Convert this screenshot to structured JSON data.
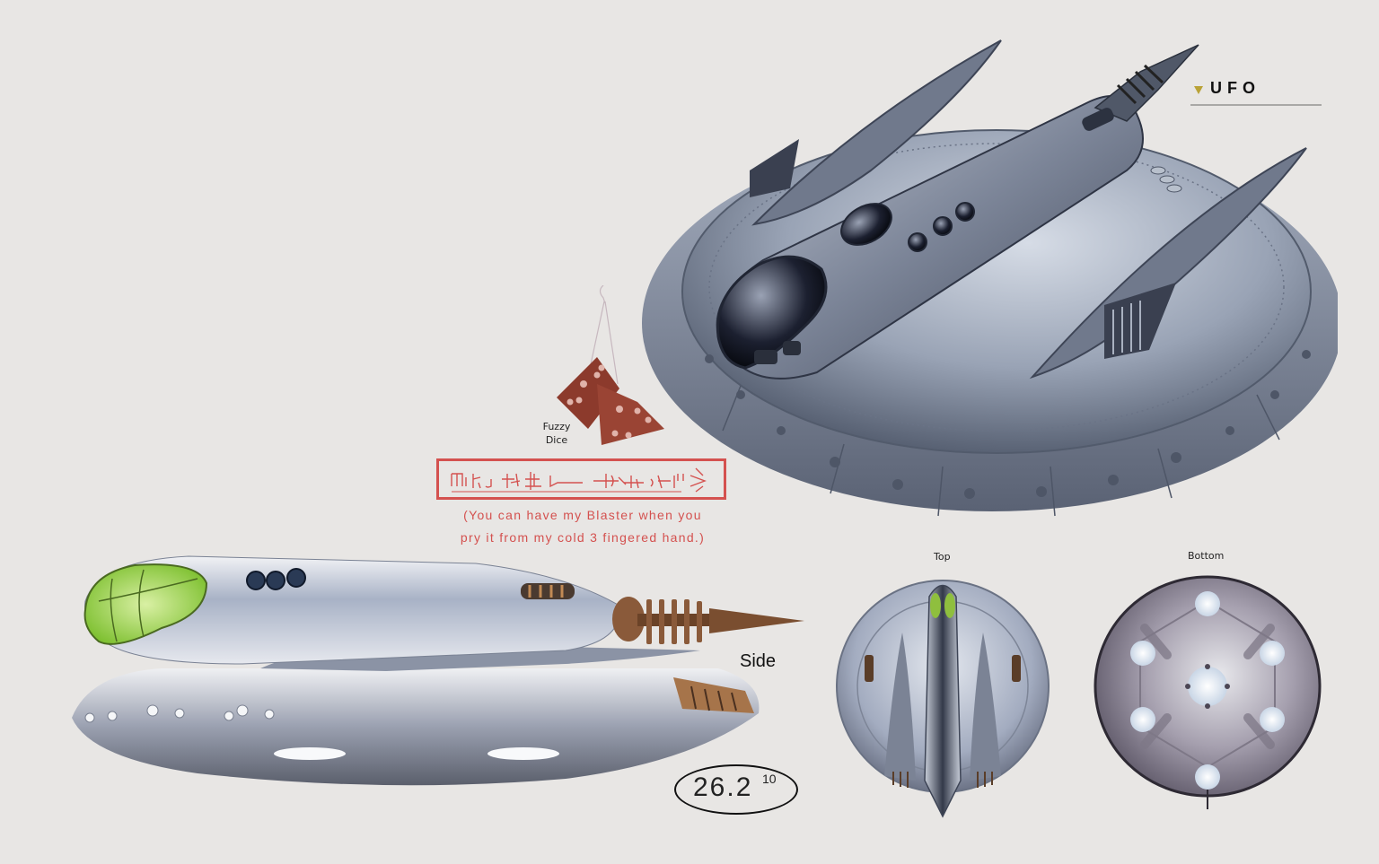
{
  "header": {
    "title": "UFO",
    "marker_color": "#b9a236"
  },
  "annotations": {
    "fuzzy_dice": "Fuzzy\nDice",
    "fuzzy_dice_line1": "Fuzzy",
    "fuzzy_dice_line2": "Dice",
    "alien_script_caption_line1": "(You can have my Blaster when you",
    "alien_script_caption_line2": "pry it from my cold 3 fingered hand.)",
    "side_view_label": "Side",
    "top_view_label": "Top",
    "bottom_view_label": "Bottom",
    "scale_value": "26.2",
    "scale_exponent": "10"
  },
  "colors": {
    "background": "#e8e6e4",
    "alien_text": "#d4514f",
    "dice": "#8c3a2c",
    "hull_metal": "#8c96a8",
    "canopy_green": "#8cc63f"
  },
  "illustrations": [
    {
      "name": "ufo-perspective-render",
      "view": "3/4 perspective"
    },
    {
      "name": "ufo-side-view",
      "view": "Side"
    },
    {
      "name": "ufo-top-view",
      "view": "Top"
    },
    {
      "name": "ufo-bottom-view",
      "view": "Bottom"
    },
    {
      "name": "fuzzy-dice-illustration",
      "view": "prop"
    }
  ]
}
